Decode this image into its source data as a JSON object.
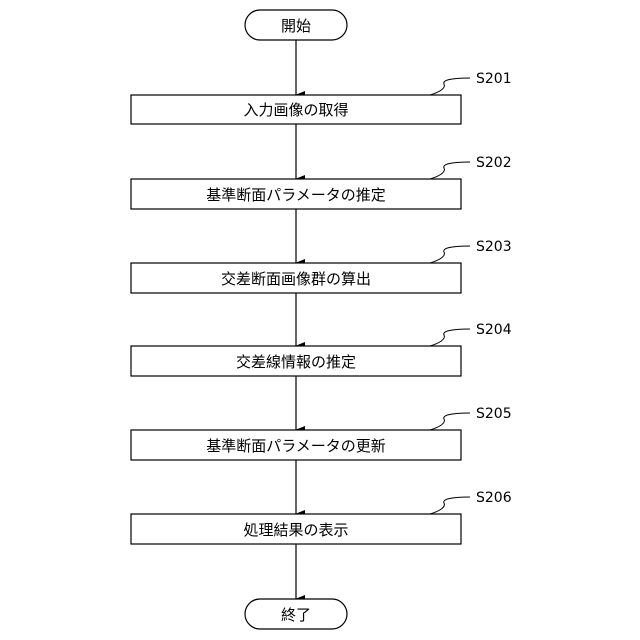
{
  "start": {
    "label": "開始"
  },
  "end": {
    "label": "終了"
  },
  "steps": [
    {
      "id": "S201",
      "label": "入力画像の取得"
    },
    {
      "id": "S202",
      "label": "基準断面パラメータの推定"
    },
    {
      "id": "S203",
      "label": "交差断面画像群の算出"
    },
    {
      "id": "S204",
      "label": "交差線情報の推定"
    },
    {
      "id": "S205",
      "label": "基準断面パラメータの更新"
    },
    {
      "id": "S206",
      "label": "処理結果の表示"
    }
  ]
}
